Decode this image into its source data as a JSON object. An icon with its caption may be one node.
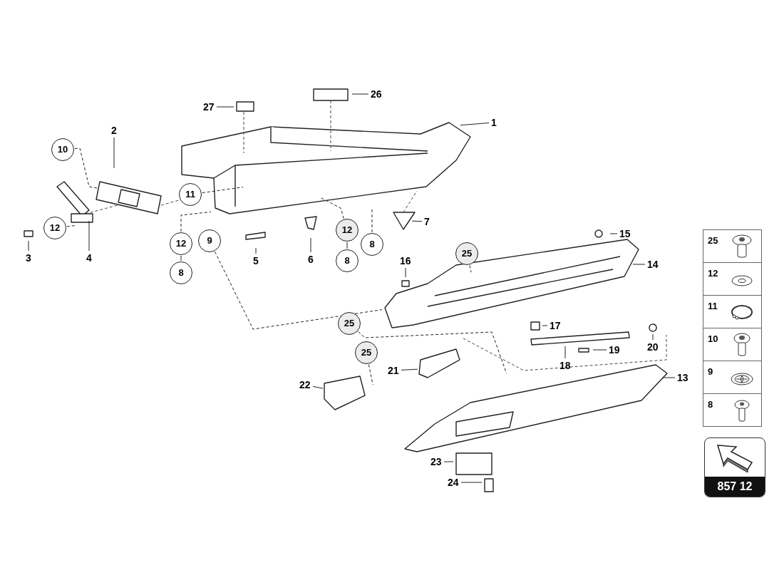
{
  "diagram": {
    "nodes": [
      {
        "text": [
          "27"
        ]
      },
      {
        "text": [
          "26"
        ]
      },
      {
        "text": [
          "1"
        ]
      },
      {
        "text": [
          "10"
        ]
      },
      {
        "text": [
          "2"
        ]
      },
      {
        "text": [
          "11"
        ]
      },
      {
        "text": [
          "12"
        ]
      },
      {
        "text": [
          "3"
        ]
      },
      {
        "text": [
          "4"
        ]
      },
      {
        "text": [
          "12"
        ]
      },
      {
        "text": [
          "8"
        ]
      },
      {
        "text": [
          "9"
        ]
      },
      {
        "text": [
          "5"
        ]
      },
      {
        "text": [
          "6"
        ]
      },
      {
        "text": [
          "12"
        ]
      },
      {
        "text": [
          "8"
        ]
      },
      {
        "text": [
          "8"
        ]
      },
      {
        "text": [
          "7"
        ]
      },
      {
        "text": [
          "15"
        ]
      },
      {
        "text": [
          "25"
        ]
      },
      {
        "text": [
          "16"
        ]
      },
      {
        "text": [
          "14"
        ]
      },
      {
        "text": [
          "25"
        ]
      },
      {
        "text": [
          "25"
        ]
      },
      {
        "text": [
          "17"
        ]
      },
      {
        "text": [
          "20"
        ]
      },
      {
        "text": [
          "19"
        ]
      },
      {
        "text": [
          "18"
        ]
      },
      {
        "text": [
          "21"
        ]
      },
      {
        "text": [
          "22"
        ]
      },
      {
        "text": [
          "13"
        ]
      },
      {
        "text": [
          "23"
        ]
      },
      {
        "text": [
          "24"
        ]
      }
    ],
    "edges": [
      {
        "from": 0,
        "to": null,
        "arrow": "none"
      },
      {
        "from": 1,
        "to": null,
        "arrow": "none"
      },
      {
        "from": 2,
        "to": null,
        "arrow": "none"
      },
      {
        "from": 3,
        "to": null,
        "arrow": "none",
        "style": "dashed"
      },
      {
        "from": 4,
        "to": null,
        "arrow": "none"
      },
      {
        "from": 5,
        "to": null,
        "arrow": "none",
        "style": "dashed"
      },
      {
        "from": 6,
        "to": null,
        "arrow": "none",
        "style": "dashed"
      },
      {
        "from": 7,
        "to": null,
        "arrow": "none"
      },
      {
        "from": 8,
        "to": null,
        "arrow": "none"
      },
      {
        "from": 9,
        "to": 10,
        "arrow": "none"
      },
      {
        "from": 9,
        "to": null,
        "arrow": "none",
        "style": "dashed"
      },
      {
        "from": 11,
        "to": null,
        "arrow": "none",
        "style": "dashed"
      },
      {
        "from": 12,
        "to": null,
        "arrow": "none"
      },
      {
        "from": 13,
        "to": null,
        "arrow": "none"
      },
      {
        "from": 14,
        "to": 15,
        "arrow": "none"
      },
      {
        "from": 14,
        "to": null,
        "arrow": "none",
        "style": "dashed"
      },
      {
        "from": 16,
        "to": null,
        "arrow": "none",
        "style": "dashed"
      },
      {
        "from": 17,
        "to": null,
        "arrow": "none"
      },
      {
        "from": 18,
        "to": null,
        "arrow": "none"
      },
      {
        "from": 19,
        "to": null,
        "arrow": "none",
        "style": "dashed"
      },
      {
        "from": 20,
        "to": null,
        "arrow": "none"
      },
      {
        "from": 21,
        "to": null,
        "arrow": "none"
      },
      {
        "from": 22,
        "to": null,
        "arrow": "none",
        "style": "dashed"
      },
      {
        "from": 23,
        "to": null,
        "arrow": "none",
        "style": "dashed"
      },
      {
        "from": 24,
        "to": null,
        "arrow": "none"
      },
      {
        "from": 25,
        "to": null,
        "arrow": "none"
      },
      {
        "from": 26,
        "to": null,
        "arrow": "none"
      },
      {
        "from": 27,
        "to": null,
        "arrow": "none"
      },
      {
        "from": 28,
        "to": null,
        "arrow": "none"
      },
      {
        "from": 29,
        "to": null,
        "arrow": "none"
      },
      {
        "from": 30,
        "to": null,
        "arrow": "none"
      },
      {
        "from": 31,
        "to": null,
        "arrow": "none"
      },
      {
        "from": 32,
        "to": null,
        "arrow": "none"
      }
    ],
    "labels": [
      "25",
      "12",
      "11",
      "10",
      "9",
      "8",
      "857 12"
    ]
  }
}
